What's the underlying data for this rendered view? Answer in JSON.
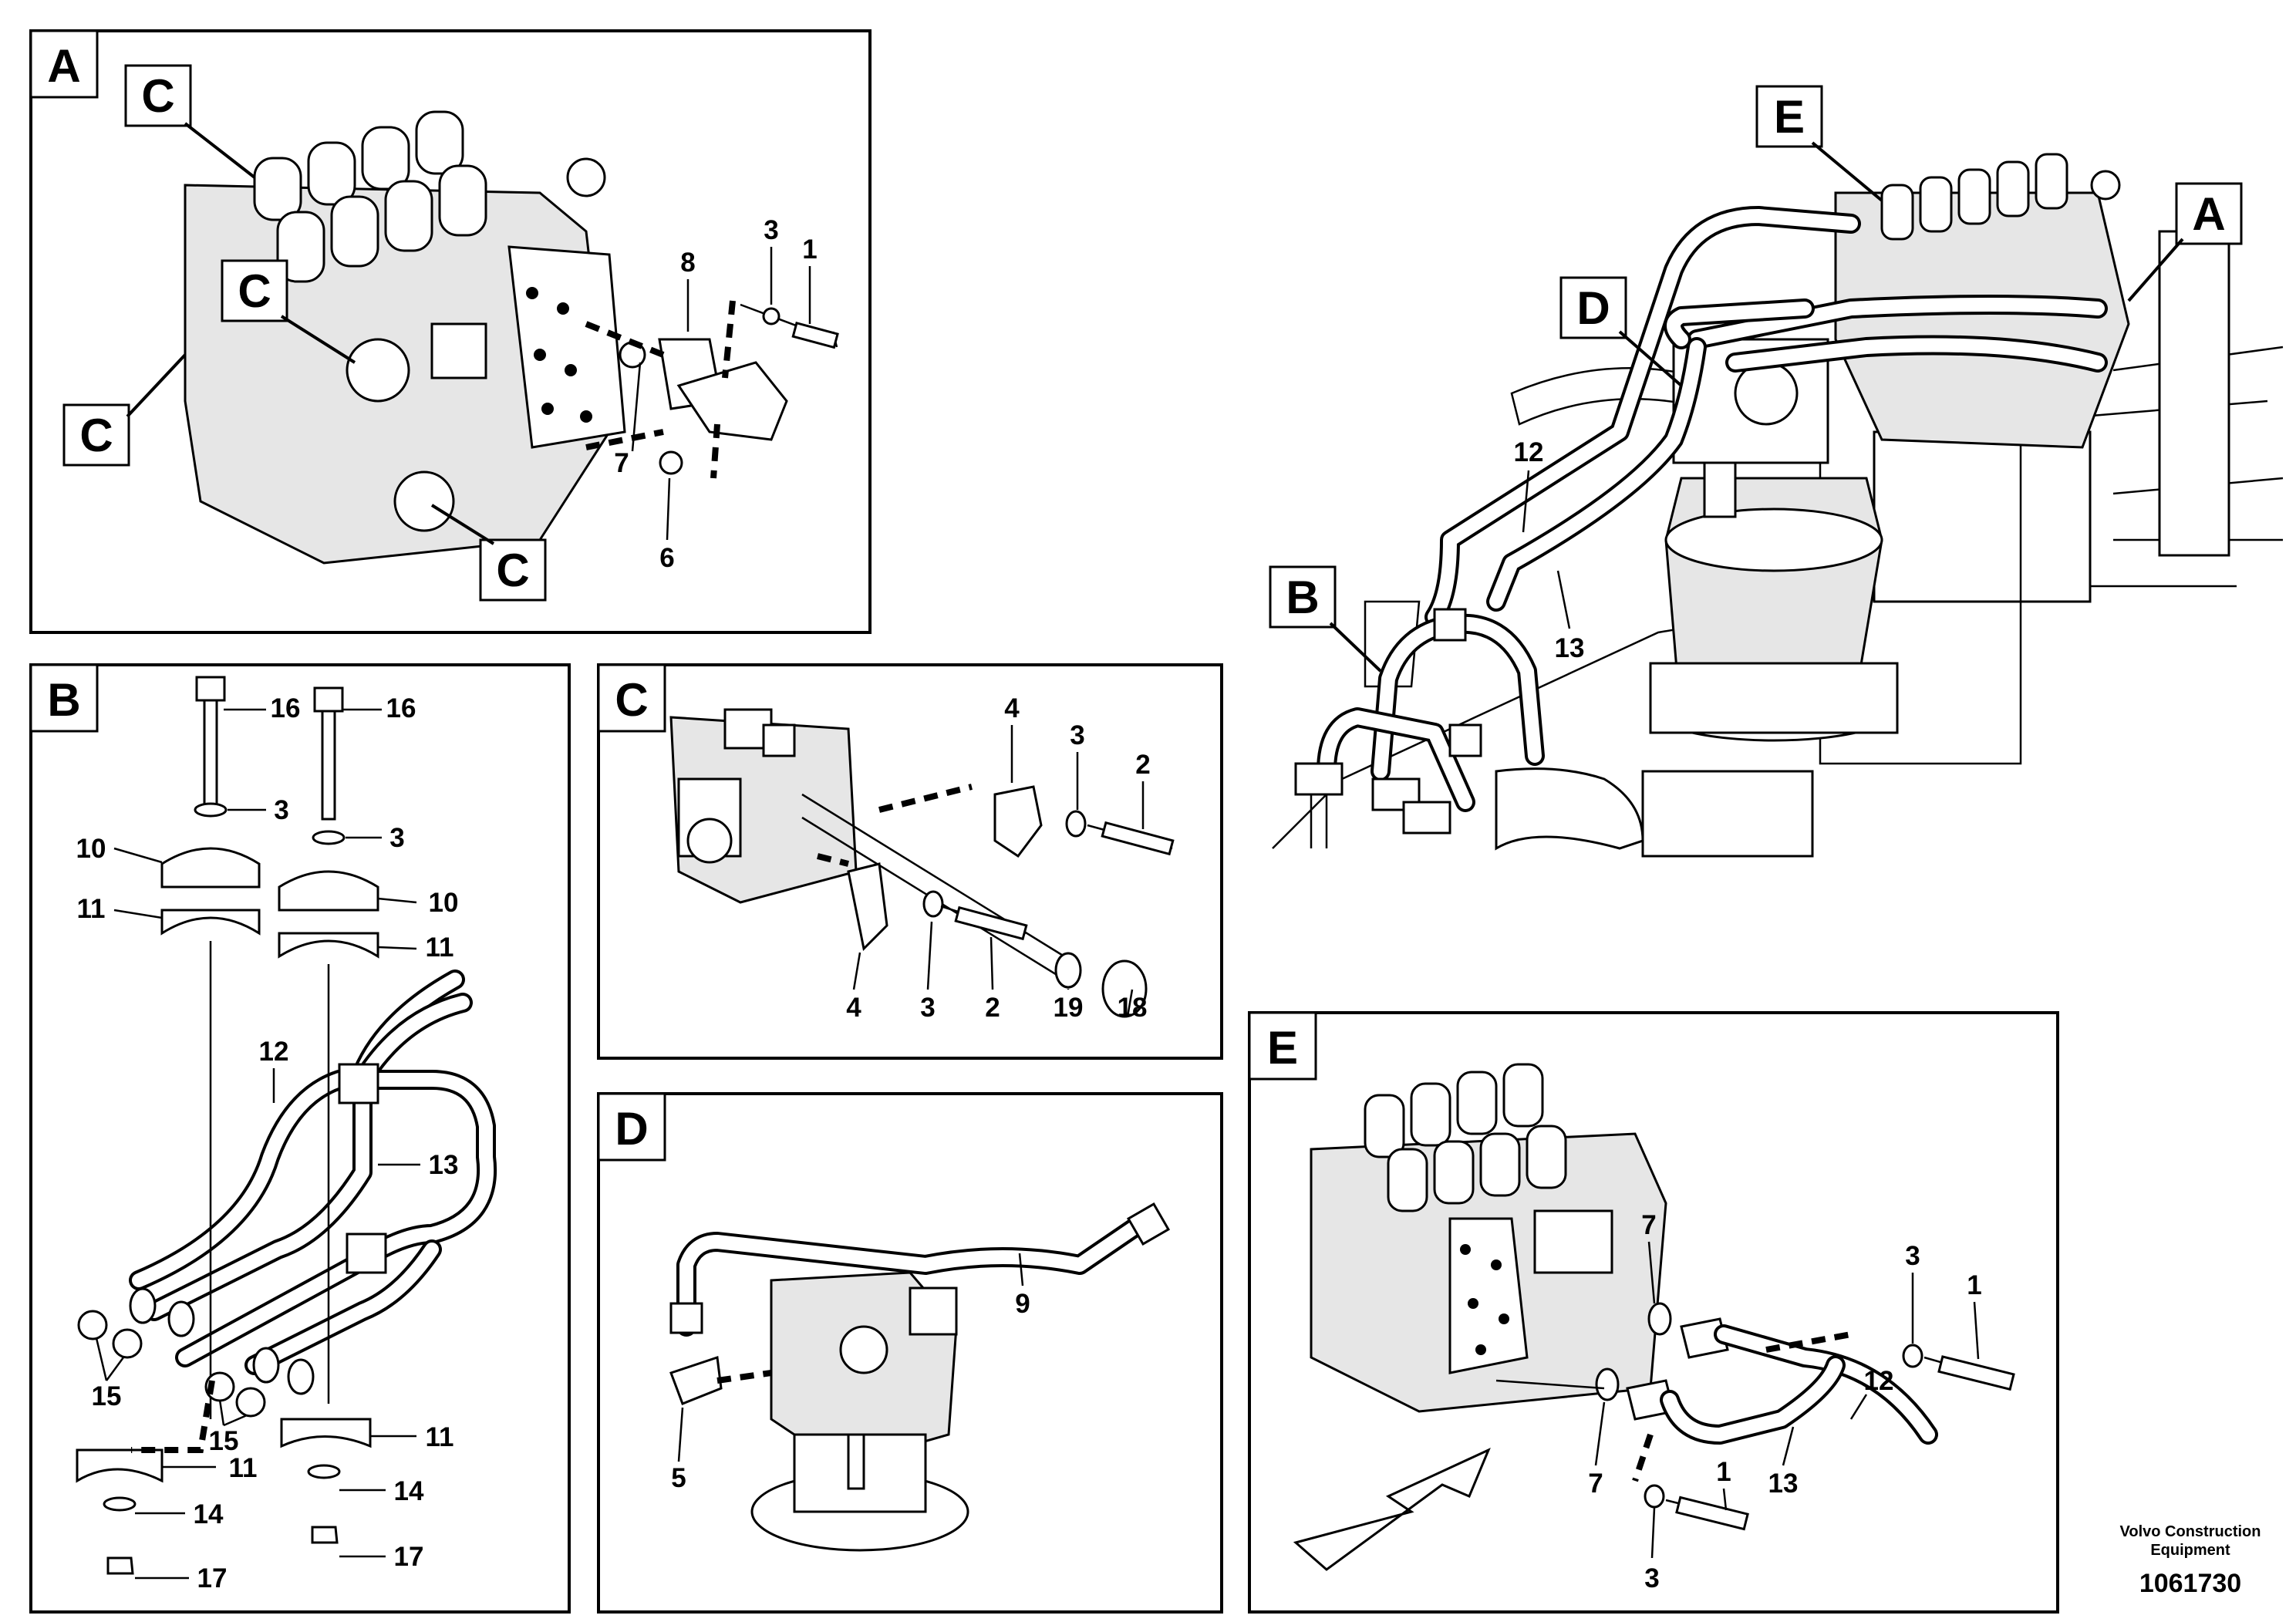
{
  "panels": {
    "A": {
      "letter": "A",
      "callouts": [
        "C",
        "C",
        "C",
        "C"
      ],
      "part_numbers": [
        "8",
        "3",
        "1",
        "7",
        "6"
      ]
    },
    "B": {
      "letter": "B",
      "part_numbers": [
        "16",
        "16",
        "3",
        "3",
        "10",
        "10",
        "11",
        "11",
        "12",
        "13",
        "15",
        "15",
        "11",
        "11",
        "14",
        "14",
        "17",
        "17"
      ]
    },
    "C": {
      "letter": "C",
      "part_numbers": [
        "4",
        "3",
        "2",
        "4",
        "3",
        "2",
        "19",
        "18"
      ]
    },
    "D": {
      "letter": "D",
      "part_numbers": [
        "9",
        "5"
      ]
    },
    "E": {
      "letter": "E",
      "part_numbers": [
        "7",
        "3",
        "1",
        "12",
        "7",
        "1",
        "13",
        "3"
      ]
    },
    "overview": {
      "callouts": [
        "E",
        "A",
        "D",
        "B"
      ],
      "part_numbers": [
        "12",
        "13"
      ]
    }
  },
  "footer": {
    "credit_line1": "Volvo Construction",
    "credit_line2": "Equipment",
    "drawing_number": "1061730"
  }
}
